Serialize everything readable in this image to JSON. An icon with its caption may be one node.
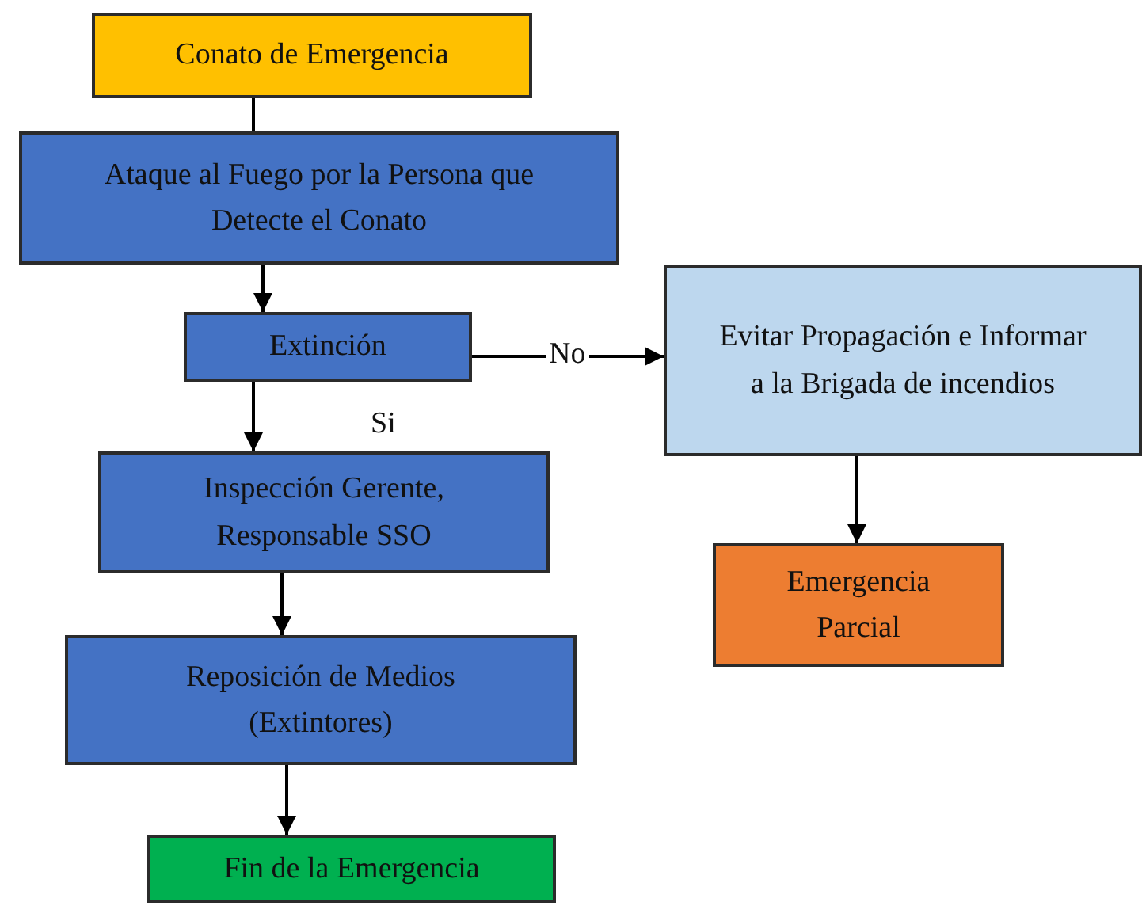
{
  "diagram": {
    "nodes": [
      {
        "text": [
          "Conato de Emergencia"
        ]
      },
      {
        "text": [
          "Ataque al Fuego por la Persona que Detecte el Conato"
        ]
      },
      {
        "text": [
          "Extinción"
        ]
      },
      {
        "text": [
          "Evitar Propagación e Informar a la Brigada de incendios"
        ]
      },
      {
        "text": [
          "Inspección Gerente, Responsable SSO"
        ]
      },
      {
        "text": [
          "Emergencia Parcial"
        ]
      },
      {
        "text": [
          "Reposición de Medios (Extintores)"
        ]
      },
      {
        "text": [
          "Fin de la Emergencia"
        ]
      }
    ],
    "edges": [
      {
        "from": 0,
        "to": 1,
        "arrow": "none"
      },
      {
        "from": 1,
        "to": 2,
        "arrow": "to"
      },
      {
        "from": 2,
        "to": 3,
        "arrow": "to",
        "label": "No"
      },
      {
        "from": 2,
        "to": 4,
        "arrow": "to",
        "label": "Si"
      },
      {
        "from": 3,
        "to": 5,
        "arrow": "to"
      },
      {
        "from": 4,
        "to": 6,
        "arrow": "to"
      },
      {
        "from": 6,
        "to": 7,
        "arrow": "to"
      }
    ]
  }
}
